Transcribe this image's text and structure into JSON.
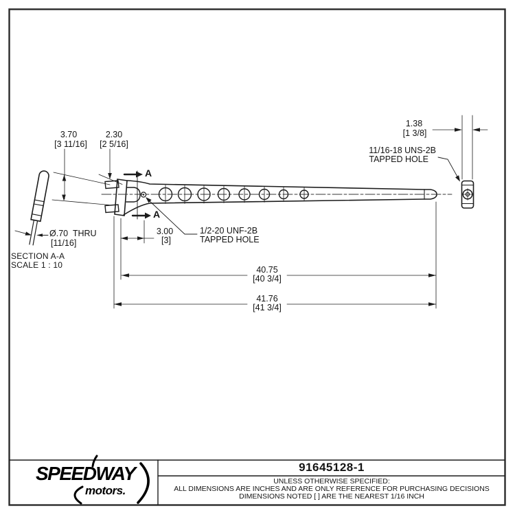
{
  "drawing": {
    "dim_370": {
      "value": "3.70",
      "alt": "[3 11/16]"
    },
    "dim_230": {
      "value": "2.30",
      "alt": "[2 5/16]"
    },
    "dim_138": {
      "value": "1.38",
      "alt": "[1 3/8]"
    },
    "dim_300": {
      "value": "3.00",
      "alt": "[3]"
    },
    "dim_4075": {
      "value": "40.75",
      "alt": "[40 3/4]"
    },
    "dim_4176": {
      "value": "41.76",
      "alt": "[41 3/4]"
    },
    "dim_hole": {
      "value": "Ø.70  THRU",
      "alt": "[11/16]"
    },
    "callout_clevis": {
      "line1": "1/2-20 UNF-2B",
      "line2": "TAPPED HOLE"
    },
    "callout_end": {
      "line1": "11/16-18 UNS-2B",
      "line2": "TAPPED HOLE"
    },
    "section": {
      "title": "SECTION A-A",
      "scale": "SCALE 1 : 10",
      "marker": "A"
    }
  },
  "title_block": {
    "brand": "SPEEDWAY",
    "brand_sub": "motors.",
    "part_number": "91645128-1",
    "notes": [
      "UNLESS OTHERWISE SPECIFIED:",
      "ALL DIMENSIONS ARE INCHES AND ARE ONLY REFERENCE FOR PURCHASING DECISIONS",
      "DIMENSIONS NOTED [ ] ARE THE NEAREST 1/16 INCH"
    ]
  },
  "colors": {
    "line": "#1c1c1c",
    "text": "#111111"
  }
}
